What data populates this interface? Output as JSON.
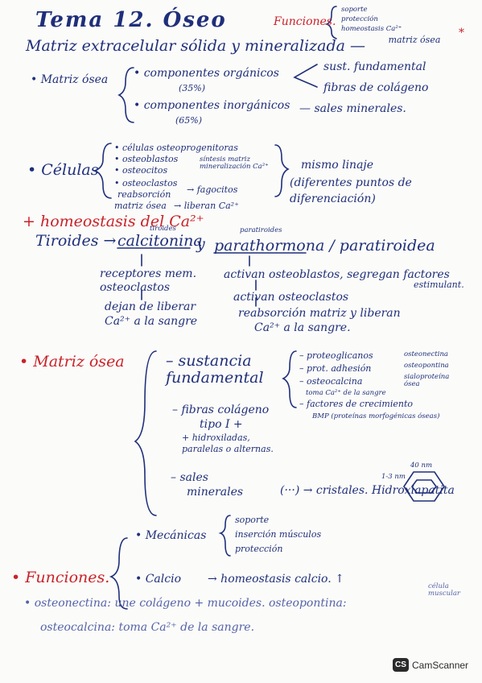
{
  "title": "Tema 12. Óseo",
  "top_functions": {
    "label": "Funciones.",
    "items": [
      "soporte",
      "protección",
      "homeostasis Ca²⁺"
    ],
    "star": "*"
  },
  "matrix_line": {
    "text": "Matriz extracelular sólida y mineralizada —",
    "result": "matriz ósea"
  },
  "matriz_osea": {
    "label": "• Matriz ósea",
    "organic": "• componentes orgánicos",
    "organic_pct": "(35%)",
    "inorganic": "• componentes inorgánicos",
    "inorganic_pct": "(65%)",
    "sust": "sust. fundamental",
    "fibras": "fibras de colágeno",
    "sales": "— sales minerales."
  },
  "celulas": {
    "label": "• Células",
    "items": [
      "• células osteoprogenitoras",
      "• osteoblastos",
      "• osteocitos",
      "• osteoclastos"
    ],
    "osteoblast_note": "síntesis matriz mineralización Ca²⁺",
    "reabsorcion": "reabsorción",
    "fagocitos": "→ fagocitos",
    "matriz_osea": "matriz ósea",
    "liberan": "→ liberan Ca²⁺",
    "linaje": "mismo linaje",
    "linaje_note": "(diferentes puntos de diferenciación)"
  },
  "homeostasis": {
    "heading": "+ homeostasis del Ca²⁺",
    "tiroides": "Tiroides →",
    "calcitonina": "calcitonina",
    "calcitonina_note": "tiroides",
    "y": "y",
    "paratiroides_note": "paratiroides",
    "parathormona": "parathormona / paratiroidea",
    "left1": "receptores mem. osteoclastos",
    "left2": "dejan de liberar",
    "left3": "Ca²⁺ a la sangre",
    "right1": "activan osteoblastos, segregan factores",
    "right1b": "estimulant.",
    "right2": "activan osteoclastos",
    "right3": "reabsorción matriz y liberan",
    "right4": "Ca²⁺ a la sangre."
  },
  "matriz2": {
    "label": "• Matriz ósea",
    "sustancia": "– sustancia fundamental",
    "sust_items": [
      "– proteoglicanos",
      "– prot. adhesión",
      "– osteocalcina",
      "– factores de crecimiento"
    ],
    "adhesion_list": [
      "osteonectina",
      "osteopontina",
      "sialoproteína ósea"
    ],
    "osteocalcina_note": "toma Ca²⁺ de la sangre",
    "bmp": "BMP (proteínas morfogénicas óseas)",
    "fibras": "– fibras colágeno",
    "tipo": "tipo I +",
    "hidrox": "+ hidroxiladas,",
    "paralelas": "paralelas o alternas.",
    "sales": "– sales",
    "minerales": "minerales",
    "cristales": "(···) → cristales. Hidroxiapatita",
    "dim1": "40 nm",
    "dim2": "1-3 nm"
  },
  "funciones": {
    "label": "• Funciones.",
    "mecanicas": "• Mecánicas",
    "mec_items": [
      "soporte",
      "inserción músculos",
      "protección"
    ],
    "calcio": "• Calcio",
    "calcio_arrow": "→ homeostasis calcio. ↑",
    "side_note": "célula muscular"
  },
  "notes": {
    "line1": "• osteonectina: une colágeno + mucoides. osteopontina:",
    "line2": "osteocalcina: toma Ca²⁺ de la sangre."
  },
  "camscanner": {
    "badge": "CS",
    "text": "CamScanner"
  }
}
